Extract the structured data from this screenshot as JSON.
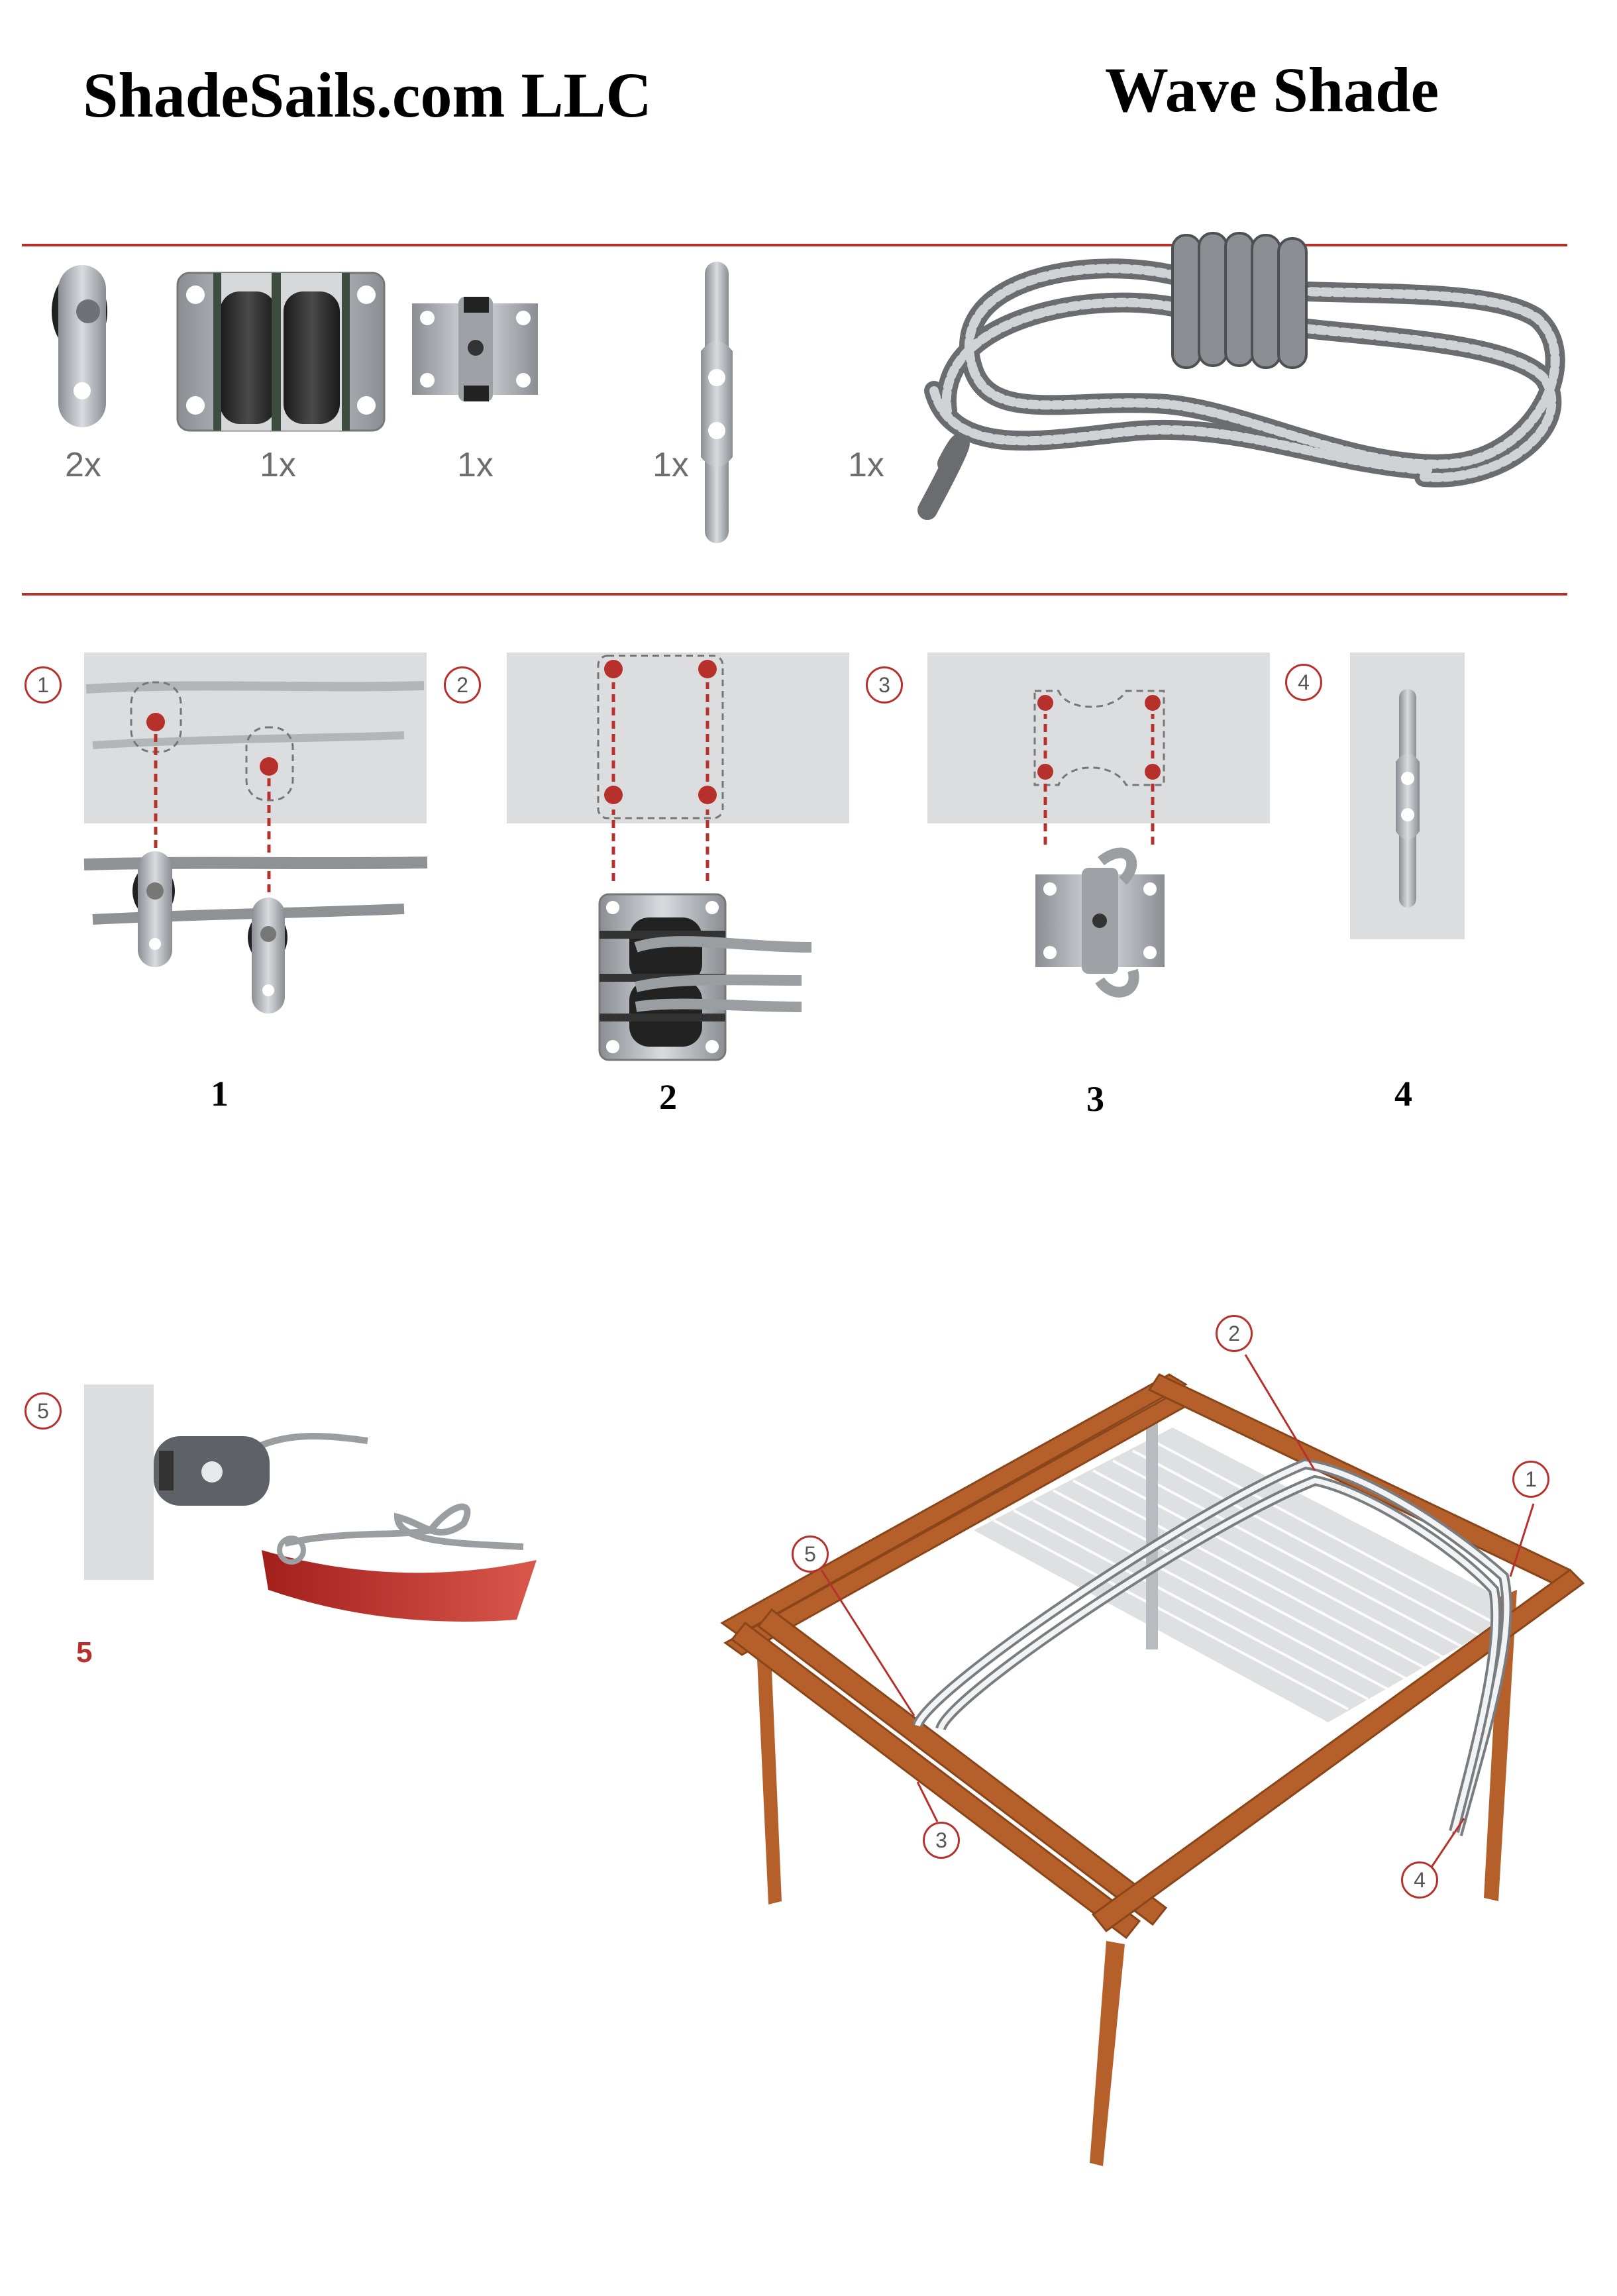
{
  "header": {
    "company": "ShadeSails.com LLC",
    "product": "Wave Shade"
  },
  "parts": [
    {
      "name": "single pulley",
      "qty": "2x"
    },
    {
      "name": "double pulley block",
      "qty": "1x"
    },
    {
      "name": "rope fairlead",
      "qty": "1x"
    },
    {
      "name": "cleat",
      "qty": "1x"
    },
    {
      "name": "rope coil",
      "qty": "1x"
    }
  ],
  "steps": [
    {
      "badge": "1",
      "label": "1"
    },
    {
      "badge": "2",
      "label": "2"
    },
    {
      "badge": "3",
      "label": "3"
    },
    {
      "badge": "4",
      "label": "4"
    }
  ],
  "detail5": {
    "badge": "5",
    "label": "5"
  },
  "overview": {
    "callouts": [
      "1",
      "2",
      "3",
      "4",
      "5"
    ]
  },
  "colors": {
    "accent": "#b7312c",
    "panel": "#dcdddf",
    "wood": "#b5602a",
    "metal": "#b8bcc0"
  }
}
